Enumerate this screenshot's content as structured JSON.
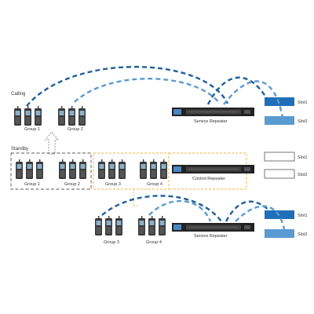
{
  "labels": {
    "calling": "Calling",
    "standby": "Standby",
    "group1": "Group 1",
    "group2": "Group 2",
    "group3": "Group 3",
    "group4": "Group 4",
    "service_repeater": "Service Repeater",
    "control_repeater": "Control Repeater",
    "slot1": "Slot1",
    "slot2": "Slot2"
  },
  "colors": {
    "dark_link": "#1f5f9a",
    "light_link": "#5a9ad0",
    "orange_dash": "#f0b040",
    "gray_dash": "#555555",
    "slot_dark": "#1f6fb8",
    "slot_light": "#5a9ad0",
    "radio": "#3a3a3a"
  }
}
